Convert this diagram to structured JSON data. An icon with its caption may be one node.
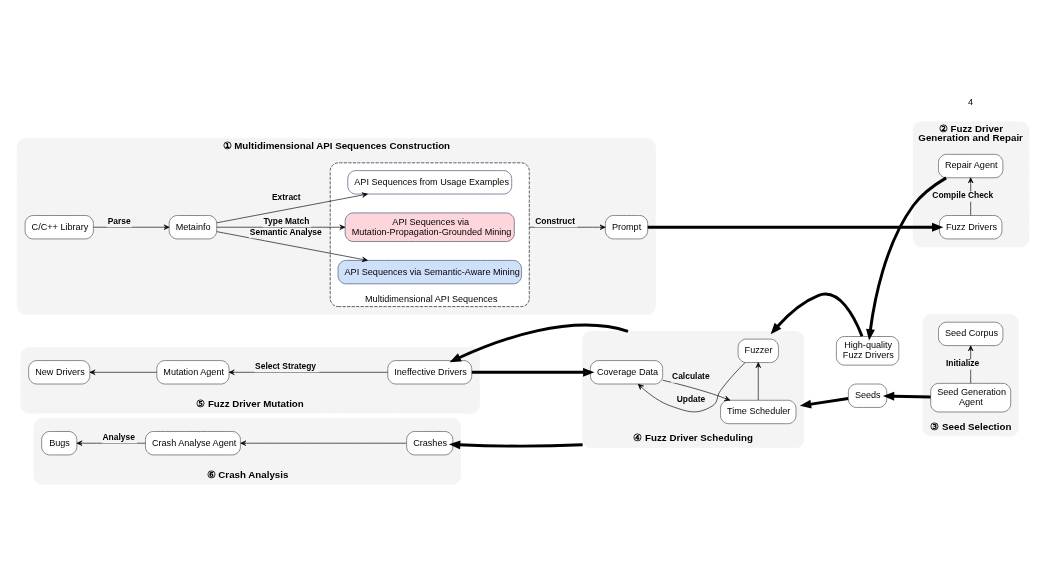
{
  "diagram": {
    "nodes": [
      {
        "text": [
          "① Multidimensional API Sequences Construction"
        ]
      },
      {
        "text": [
          "C/C++ Library"
        ],
        "in": 0
      },
      {
        "text": [
          "Metainfo"
        ],
        "in": 0
      },
      {
        "text": [
          "Multidimensional API Sequences"
        ],
        "in": 0
      },
      {
        "text": [
          "API Sequences from Usage Examples"
        ],
        "in": 3
      },
      {
        "text": [
          "API Sequences via Mutation-Propagation-Grounded Mining"
        ],
        "in": 3
      },
      {
        "text": [
          "API Sequences via Semantic-Aware Mining"
        ],
        "in": 3
      },
      {
        "text": [
          "Prompt"
        ],
        "in": 0
      },
      {
        "text": [
          "② Fuzz Driver Generation and Repair"
        ]
      },
      {
        "text": [
          "Fuzz Drivers"
        ],
        "in": 8
      },
      {
        "text": [
          "Repair Agent"
        ],
        "in": 8
      },
      {
        "text": [
          "High-quality Fuzz Drivers"
        ]
      },
      {
        "text": [
          "③ Seed Selection"
        ]
      },
      {
        "text": [
          "Seed Corpus"
        ],
        "in": 12
      },
      {
        "text": [
          "Seed Generation Agent"
        ],
        "in": 12
      },
      {
        "text": [
          "Seeds"
        ]
      },
      {
        "text": [
          "④ Fuzz Driver Scheduling"
        ]
      },
      {
        "text": [
          "Fuzzer"
        ],
        "in": 16
      },
      {
        "text": [
          "Coverage Data"
        ],
        "in": 16
      },
      {
        "text": [
          "Time Scheduler"
        ],
        "in": 16
      },
      {
        "text": [
          "⑤ Fuzz Driver Mutation"
        ]
      },
      {
        "text": [
          "New Drivers"
        ],
        "in": 20
      },
      {
        "text": [
          "Mutation Agent"
        ],
        "in": 20
      },
      {
        "text": [
          "Ineffective Drivers"
        ],
        "in": 20
      },
      {
        "text": [
          "⑥ Crash Analysis"
        ]
      },
      {
        "text": [
          "Bugs"
        ],
        "in": 24
      },
      {
        "text": [
          "Crash Analyse Agent"
        ],
        "in": 24
      },
      {
        "text": [
          "Crashes"
        ],
        "in": 24
      }
    ],
    "edges": [
      {
        "from": 1,
        "to": 2,
        "arrow": "to",
        "label": "Parse"
      },
      {
        "from": 2,
        "to": 4,
        "arrow": "to",
        "label": "Extract"
      },
      {
        "from": 2,
        "to": 5,
        "arrow": "to",
        "label": "Type Match"
      },
      {
        "from": 2,
        "to": 6,
        "arrow": "to",
        "label": "Semantic Analyse"
      },
      {
        "from": 3,
        "to": 7,
        "arrow": "to",
        "label": "Construct"
      },
      {
        "from": 7,
        "to": 9,
        "arrow": "to",
        "style": "thick"
      },
      {
        "from": 9,
        "to": 10,
        "arrow": "to",
        "label": "Compile Check"
      },
      {
        "from": 10,
        "to": 11,
        "arrow": "to",
        "style": "thick"
      },
      {
        "from": 11,
        "to": 16,
        "arrow": "to",
        "style": "thick"
      },
      {
        "from": 15,
        "to": 16,
        "arrow": "to",
        "style": "thick"
      },
      {
        "from": 14,
        "to": 13,
        "arrow": "to",
        "label": "Initialize"
      },
      {
        "from": 14,
        "to": 15,
        "arrow": "to",
        "style": "thick"
      },
      {
        "from": 17,
        "to": 18,
        "arrow": "to",
        "label": "Update"
      },
      {
        "from": 18,
        "to": 19,
        "arrow": "to",
        "label": "Calculate"
      },
      {
        "from": 19,
        "to": 17,
        "arrow": "to"
      },
      {
        "from": 16,
        "to": 23,
        "arrow": "to",
        "style": "thick"
      },
      {
        "from": 23,
        "to": 18,
        "arrow": "to",
        "style": "thick"
      },
      {
        "from": 23,
        "to": 22,
        "arrow": "to",
        "label": "Select Strategy"
      },
      {
        "from": 22,
        "to": 21,
        "arrow": "to"
      },
      {
        "from": 16,
        "to": 27,
        "arrow": "to",
        "style": "thick"
      },
      {
        "from": 27,
        "to": 26,
        "arrow": "to"
      },
      {
        "from": 26,
        "to": 25,
        "arrow": "to",
        "label": "Analyse"
      }
    ],
    "labels": [
      "4"
    ]
  }
}
